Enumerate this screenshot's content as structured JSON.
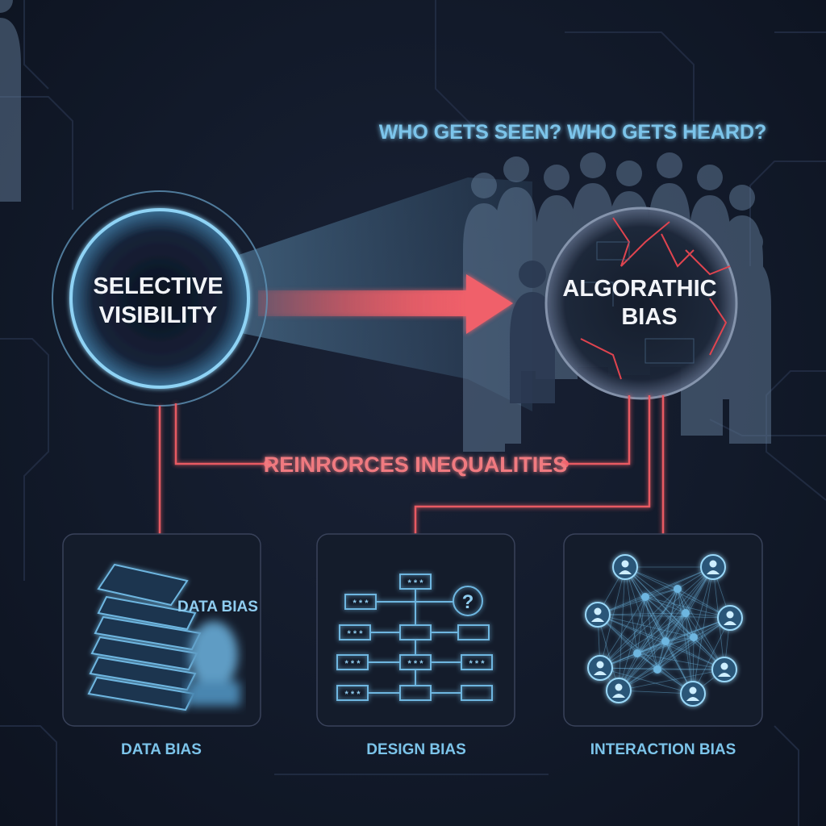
{
  "header": {
    "question": "WHO GETS SEEN? WHO GETS HEARD?"
  },
  "nodes": {
    "selective_visibility": [
      "SELECTIVE",
      "VISIBILITY"
    ],
    "algorithmic_bias": [
      "ALGORATHIC",
      "BIAS"
    ]
  },
  "connector_label": "REINRORCES INEQUALITIES",
  "panels": [
    {
      "label": "DATA BIAS",
      "inner_label": "DATA BIAS",
      "icon": "books-face-icon"
    },
    {
      "label": "DESIGN BIAS",
      "icon": "flowchart-icon",
      "flow_glyph": "* * *",
      "question": "?"
    },
    {
      "label": "INTERACTION BIAS",
      "icon": "network-icon"
    }
  ],
  "colors": {
    "accent_blue": "#7cc4ea",
    "accent_red": "#e85a62",
    "text_white": "#f2f4f8",
    "panel_border": "#39425a"
  }
}
